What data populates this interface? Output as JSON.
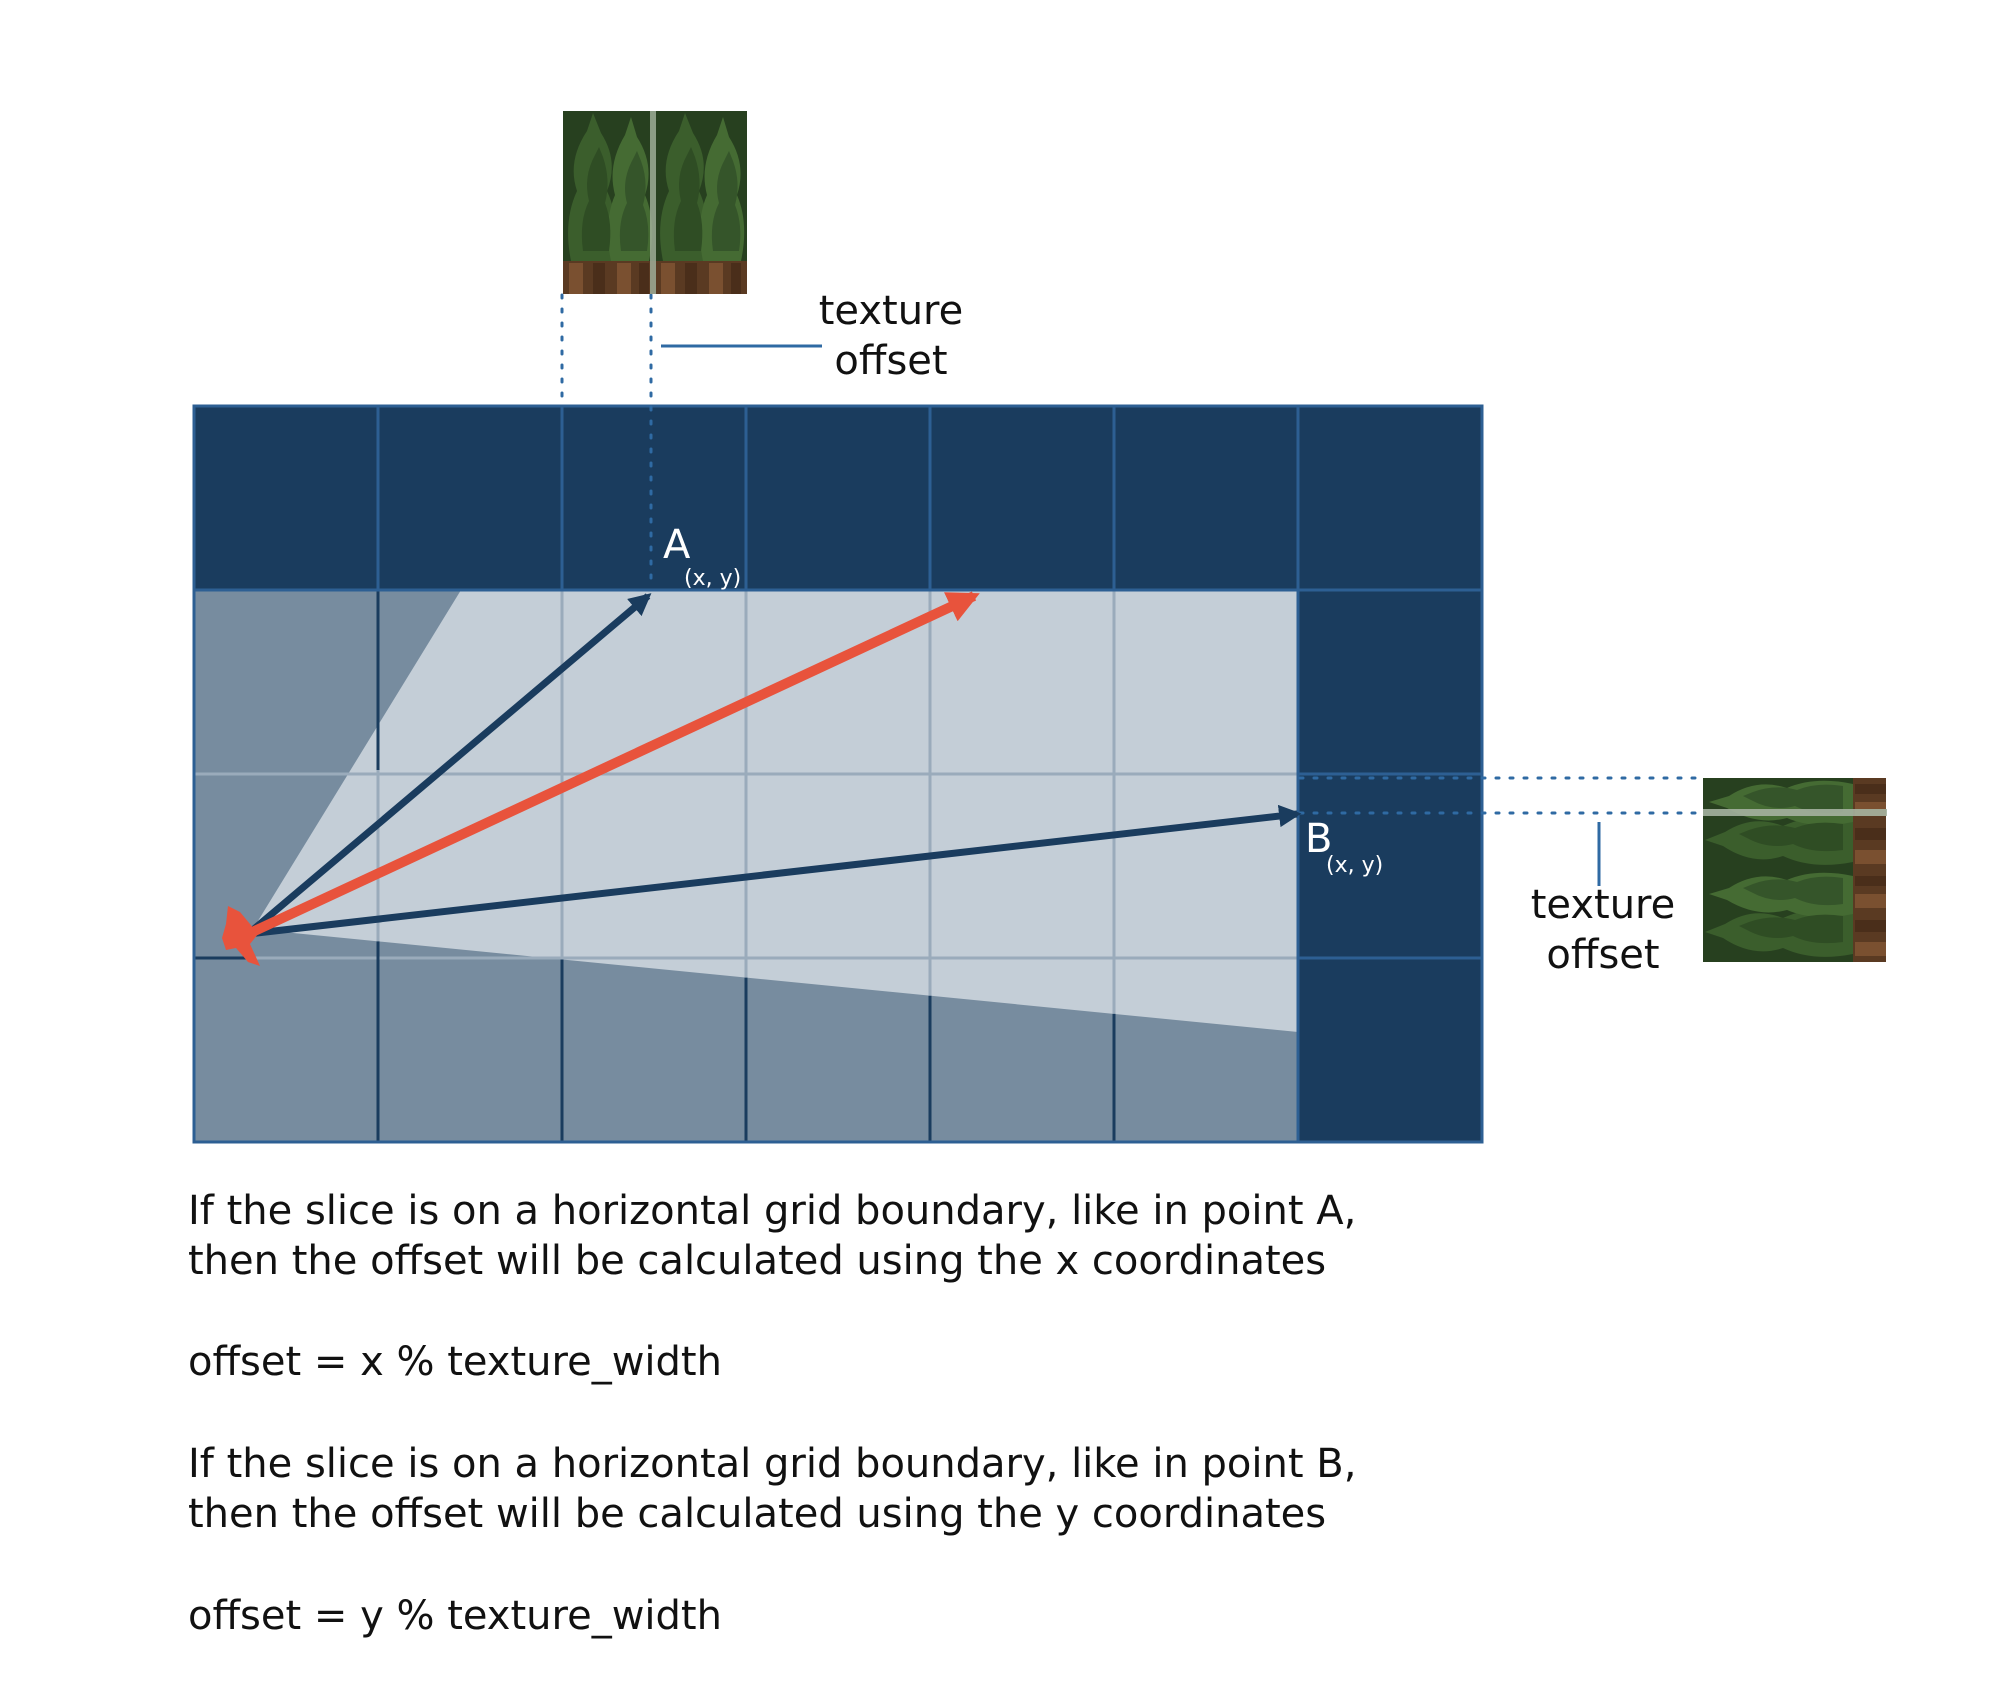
{
  "colors": {
    "wall": "#1a3c5e",
    "grid_line": "#2d5f93",
    "floor_dark": "#778c9f",
    "floor_lit": "#c4ced7",
    "ray_center": "#e8533c",
    "ray_edge": "#1a3c5e",
    "guide": "#2f6aa3"
  },
  "icons": {
    "camera": "player-camera-icon",
    "texture": "tree-wall-texture"
  },
  "labels": {
    "point_a": "A",
    "point_a_sub": "(x, y)",
    "point_b": "B",
    "point_b_sub": "(x, y)",
    "texture_offset_top": [
      "texture",
      "offset"
    ],
    "texture_offset_right": [
      "texture",
      "offset"
    ]
  },
  "text": {
    "para_a_line1": "If the slice is on a horizontal grid boundary, like in point A,",
    "para_a_line2": "then the offset will be calculated using the x coordinates",
    "formula_a": "offset = x % texture_width",
    "para_b_line1": "If the slice is on a horizontal grid boundary, like in point B,",
    "para_b_line2": "then the offset will be calculated using the y coordinates",
    "formula_b": "offset = y % texture_width"
  }
}
